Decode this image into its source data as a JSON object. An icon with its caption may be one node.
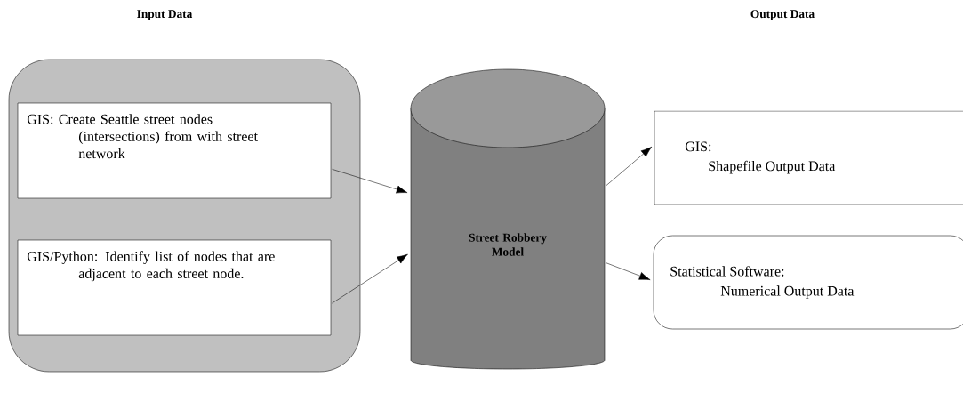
{
  "diagram": {
    "nodes": [
      {
        "text": [
          "Input Data"
        ]
      },
      {
        "text": [
          "GIS:  Create Seattle street nodes (intersections) from with street network"
        ],
        "in": 0
      },
      {
        "text": [
          "GIS/Python:  Identify list of nodes that are adjacent to each street node."
        ],
        "in": 0
      },
      {
        "text": [
          "Street Robbery Model"
        ]
      },
      {
        "text": [
          "GIS:",
          "Shapefile Output Data"
        ]
      },
      {
        "text": [
          "Statistical Software:",
          "Numerical Output Data"
        ]
      }
    ],
    "edges": [
      {
        "from": 1,
        "to": 3,
        "arrow": "to"
      },
      {
        "from": 2,
        "to": 3,
        "arrow": "to"
      },
      {
        "from": 3,
        "to": 4,
        "arrow": "to"
      },
      {
        "from": 3,
        "to": 5,
        "arrow": "to"
      }
    ],
    "labels": [
      "Output Data"
    ]
  }
}
